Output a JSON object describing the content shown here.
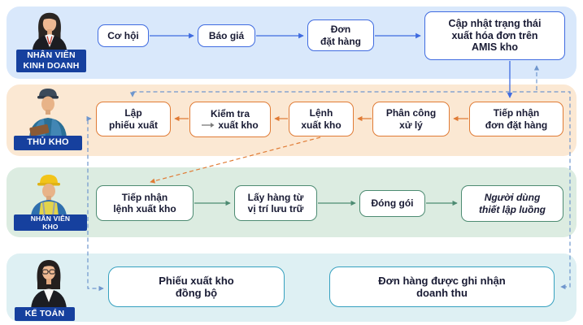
{
  "colors": {
    "lane1_bg": "#d9e8fb",
    "lane2_bg": "#fbe8d3",
    "lane3_bg": "#dcece1",
    "lane4_bg": "#def0f3",
    "badge_bg": "#16409e",
    "blue": "#3f6be0",
    "dashed_blue": "#6f96cd",
    "orange": "#e07b35",
    "green": "#4d8b72",
    "teal": "#35a0bf",
    "text": "#181a33",
    "gray_arrow": "#7a7a7a"
  },
  "lanes": [
    {
      "role": "NHÂN VIÊN\nKINH DOANH",
      "avatar": "sales-woman",
      "boxes": [
        {
          "label": "Cơ hội"
        },
        {
          "label": "Báo giá"
        },
        {
          "label": "Đơn\nđặt hàng"
        },
        {
          "label": "Cập nhật trạng thái\nxuất hóa đơn trên\nAMIS kho"
        }
      ]
    },
    {
      "role": "THỦ KHO",
      "avatar": "storekeeper-man",
      "boxes": [
        {
          "label": "Lập\nphiếu xuất"
        },
        {
          "line1": "Kiểm tra",
          "icon": "long-right-arrow-icon",
          "line2": "xuất kho"
        },
        {
          "label": "Lệnh\nxuất kho"
        },
        {
          "label": "Phân công\nxử lý"
        },
        {
          "label": "Tiếp nhận\nđơn đặt hàng"
        }
      ]
    },
    {
      "role": "NHÂN VIÊN\nKHO",
      "avatar": "warehouse-worker",
      "boxes": [
        {
          "label": "Tiếp nhận\nlệnh xuất kho"
        },
        {
          "label": "Lấy hàng từ\nvị trí lưu trữ"
        },
        {
          "label": "Đóng gói"
        },
        {
          "label": "Người dùng\nthiết lập luồng"
        }
      ]
    },
    {
      "role": "KẾ TOÁN",
      "avatar": "accountant-woman",
      "boxes": [
        {
          "label": "Phiếu xuất kho\nđồng bộ"
        },
        {
          "label": "Đơn hàng được ghi nhận\ndoanh thu"
        }
      ]
    }
  ]
}
